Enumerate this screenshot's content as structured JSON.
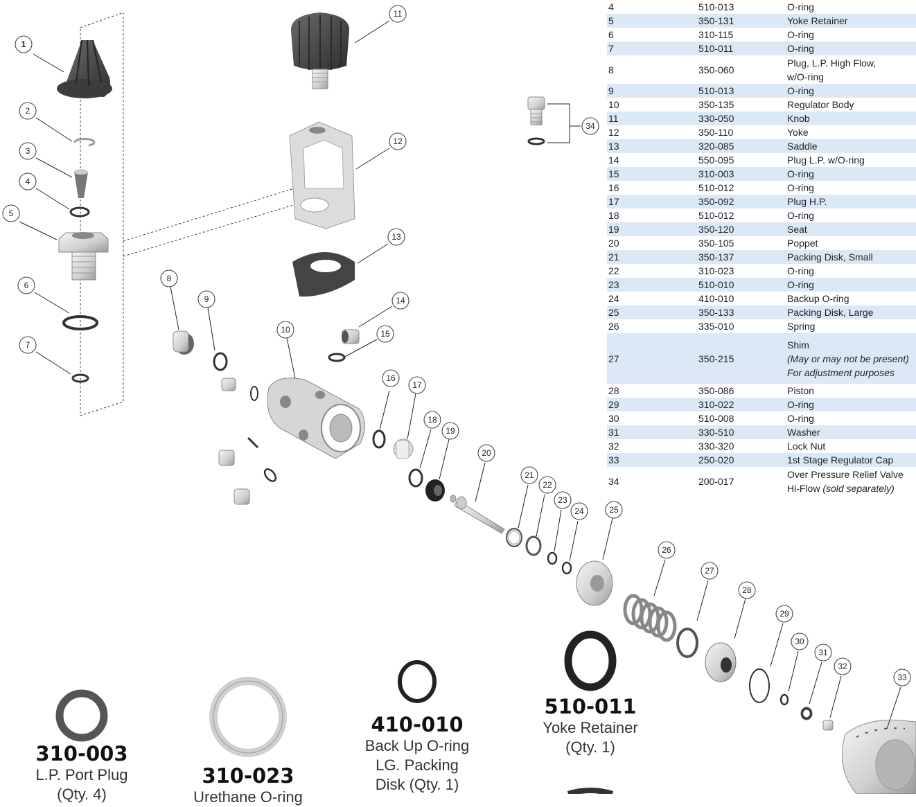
{
  "parts": [
    {
      "num": "4",
      "part": "510-013",
      "desc": "O-ring",
      "highlight": false
    },
    {
      "num": "5",
      "part": "350-131",
      "desc": "Yoke Retainer",
      "highlight": true
    },
    {
      "num": "6",
      "part": "310-115",
      "desc": "O-ring",
      "highlight": false
    },
    {
      "num": "7",
      "part": "510-011",
      "desc": "O-ring",
      "highlight": true
    },
    {
      "num": "8",
      "part": "350-060",
      "desc": "Plug, L.P. High Flow,",
      "desc2": "w/O-ring",
      "highlight": false
    },
    {
      "num": "9",
      "part": "510-013",
      "desc": "O-ring",
      "highlight": true
    },
    {
      "num": "10",
      "part": "350-135",
      "desc": "Regulator Body",
      "highlight": false
    },
    {
      "num": "11",
      "part": "330-050",
      "desc": "Knob",
      "highlight": true
    },
    {
      "num": "12",
      "part": "350-110",
      "desc": "Yoke",
      "highlight": false
    },
    {
      "num": "13",
      "part": "320-085",
      "desc": "Saddle",
      "highlight": true
    },
    {
      "num": "14",
      "part": "550-095",
      "desc": "Plug L.P. w/O-ring",
      "highlight": false
    },
    {
      "num": "15",
      "part": "310-003",
      "desc": "O-ring",
      "highlight": true
    },
    {
      "num": "16",
      "part": "510-012",
      "desc": "O-ring",
      "highlight": false
    },
    {
      "num": "17",
      "part": "350-092",
      "desc": "Plug H.P.",
      "highlight": true
    },
    {
      "num": "18",
      "part": "510-012",
      "desc": "O-ring",
      "highlight": false
    },
    {
      "num": "19",
      "part": "350-120",
      "desc": "Seat",
      "highlight": true
    },
    {
      "num": "20",
      "part": "350-105",
      "desc": "Poppet",
      "highlight": false
    },
    {
      "num": "21",
      "part": "350-137",
      "desc": "Packing Disk, Small",
      "highlight": true
    },
    {
      "num": "22",
      "part": "310-023",
      "desc": "O-ring",
      "highlight": false
    },
    {
      "num": "23",
      "part": "510-010",
      "desc": "O-ring",
      "highlight": true
    },
    {
      "num": "24",
      "part": "410-010",
      "desc": "Backup O-ring",
      "highlight": false
    },
    {
      "num": "25",
      "part": "350-133",
      "desc": "Packing Disk, Large",
      "highlight": true
    },
    {
      "num": "26",
      "part": "335-010",
      "desc": "Spring",
      "highlight": false
    },
    {
      "num": "27",
      "part": "350-215",
      "desc": "Shim",
      "desc2": "(May or may not be present)",
      "desc3": "For adjustment purposes",
      "highlight": true
    },
    {
      "num": "28",
      "part": "350-086",
      "desc": "Piston",
      "highlight": false
    },
    {
      "num": "29",
      "part": "310-022",
      "desc": "O-ring",
      "highlight": true
    },
    {
      "num": "30",
      "part": "510-008",
      "desc": "O-ring",
      "highlight": false
    },
    {
      "num": "31",
      "part": "330-510",
      "desc": "Washer",
      "highlight": true
    },
    {
      "num": "32",
      "part": "330-320",
      "desc": "Lock Nut",
      "highlight": false
    },
    {
      "num": "33",
      "part": "250-020",
      "desc": "1st Stage Regulator Cap",
      "highlight": true
    },
    {
      "num": "34",
      "part": "200-017",
      "desc": "Over Pressure Relief Valve",
      "desc2": "Hi-Flow",
      "desc2_italic": "(sold separately)",
      "highlight": false
    }
  ],
  "callouts": [
    "1",
    "2",
    "3",
    "4",
    "5",
    "6",
    "7",
    "8",
    "9",
    "10",
    "11",
    "12",
    "13",
    "14",
    "15",
    "16",
    "17",
    "18",
    "19",
    "20",
    "21",
    "22",
    "23",
    "24",
    "25",
    "26",
    "27",
    "28",
    "29",
    "30",
    "31",
    "32",
    "33",
    "34"
  ],
  "cards": [
    {
      "part": "310-003",
      "line1": "L.P. Port Plug",
      "line2": "(Qty. 4)"
    },
    {
      "part": "310-023",
      "line1": "Urethane O-ring",
      "line2": ""
    },
    {
      "part": "410-010",
      "line1": "Back Up O-ring",
      "line2": "LG. Packing",
      "line3": "Disk (Qty. 1)"
    },
    {
      "part": "510-011",
      "line1": "Yoke Retainer",
      "line2": "(Qty. 1)"
    }
  ],
  "colors": {
    "highlight_row": "#dbe9f6",
    "part_dark": "#4a4a4a",
    "part_light": "#dcdcdc"
  }
}
